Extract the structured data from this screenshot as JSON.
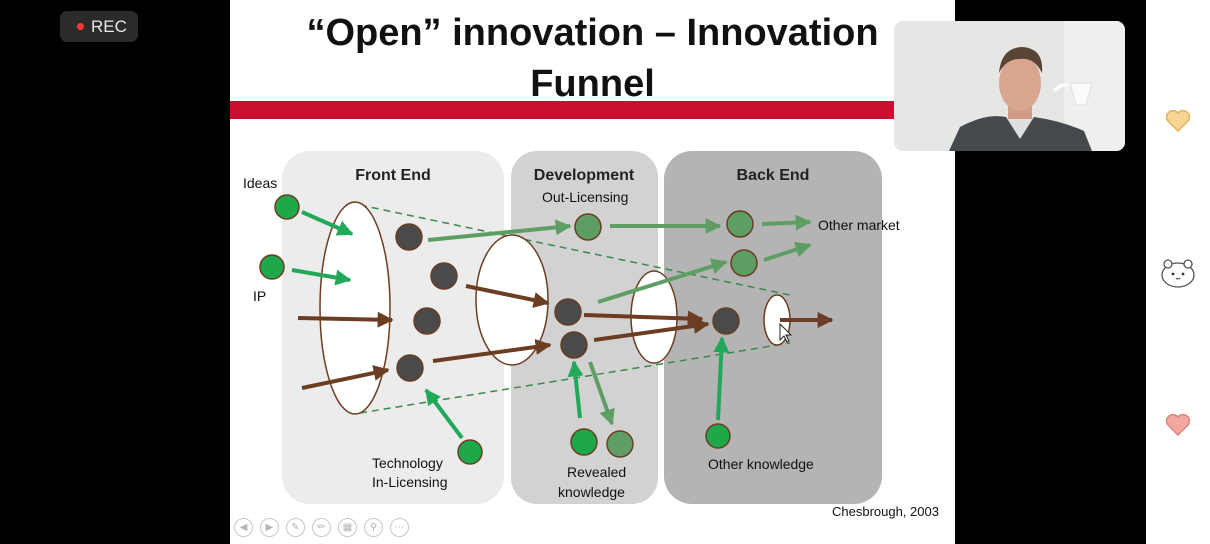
{
  "recording": {
    "label": "REC"
  },
  "slide": {
    "title_line1": "“Open” innovation – Innovation",
    "title_line2": "Funnel",
    "citation": "Chesbrough, 2003"
  },
  "diagram": {
    "stages": [
      {
        "label": "Front End"
      },
      {
        "label": "Development"
      },
      {
        "label": "Back End"
      }
    ],
    "labels": {
      "ideas": "Ideas",
      "ip": "IP",
      "out_licensing": "Out-Licensing",
      "other_market": "Other market",
      "technology_line1": "Technology",
      "technology_line2": "In-Licensing",
      "revealed_line1": "Revealed",
      "revealed_line2": "knowledge",
      "other_knowledge": "Other knowledge"
    },
    "colors": {
      "external_node": "#1fa84a",
      "licensed_node": "#5f9e63",
      "internal_node": "#4a4a4a",
      "internal_arrow": "#6b3d22",
      "external_arrow": "#22a85a",
      "licensed_arrow": "#5f9e63",
      "accent_bar": "#c8102e"
    }
  }
}
